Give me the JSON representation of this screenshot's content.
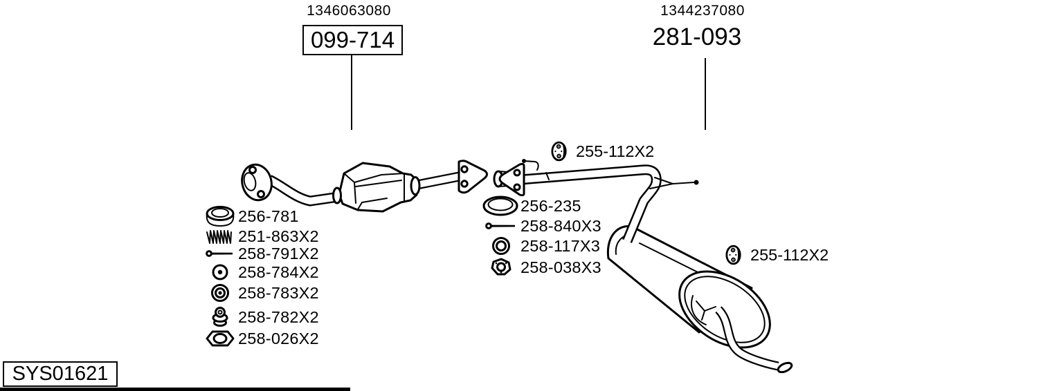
{
  "assemblies": {
    "left": {
      "oe_number": "1346063080",
      "part_number": "099-714"
    },
    "right": {
      "oe_number": "1344237080",
      "part_number": "281-093"
    }
  },
  "diagram_id": {
    "code": "SYS01621"
  },
  "parts_left": {
    "items": [
      {
        "part_number": "256-781",
        "icon": "exhaust-gasket-ring-icon"
      },
      {
        "part_number": "251-863X2",
        "icon": "spring-icon"
      },
      {
        "part_number": "258-791X2",
        "icon": "bolt-icon"
      },
      {
        "part_number": "258-784X2",
        "icon": "washer-dot-icon"
      },
      {
        "part_number": "258-783X2",
        "icon": "grommet-icon"
      },
      {
        "part_number": "258-782X2",
        "icon": "rubber-mount-icon"
      },
      {
        "part_number": "258-026X2",
        "icon": "hex-nut-icon"
      }
    ]
  },
  "parts_middle": {
    "items": [
      {
        "part_number": "256-235",
        "icon": "seal-ring-icon"
      },
      {
        "part_number": "258-840X3",
        "icon": "bolt-icon"
      },
      {
        "part_number": "258-117X3",
        "icon": "washer-icon"
      },
      {
        "part_number": "258-038X3",
        "icon": "flange-nut-icon"
      }
    ]
  },
  "hangers": [
    {
      "part_number": "255-112X2",
      "icon": "rubber-hanger-icon"
    },
    {
      "part_number": "255-112X2",
      "icon": "rubber-hanger-icon"
    }
  ],
  "drawing": {
    "components": [
      "front-flange",
      "front-pipe",
      "catalytic-converter",
      "front-outlet-flange",
      "rear-inlet-flange",
      "hanger-bracket",
      "intermediate-pipe",
      "muffler",
      "tailpipe"
    ]
  },
  "colors": {
    "ink": "#000000",
    "background": "#ffffff"
  }
}
